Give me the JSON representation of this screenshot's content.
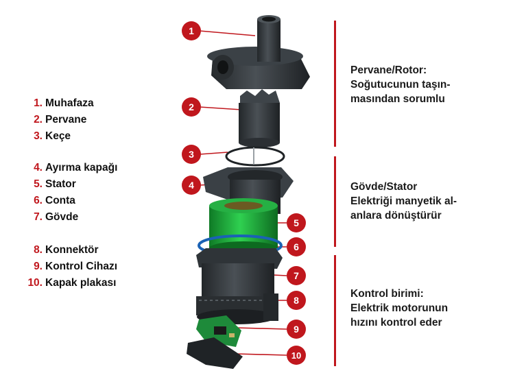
{
  "colors": {
    "accent_red": "#c0171d",
    "stator_green": "#1fa63a",
    "seal_blue": "#1a62b5",
    "housing_dark": "#34393d"
  },
  "callouts": [
    "1",
    "2",
    "3",
    "4",
    "5",
    "6",
    "7",
    "8",
    "9",
    "10"
  ],
  "legend": {
    "group1": [
      {
        "num": "1.",
        "label": "Muhafaza"
      },
      {
        "num": "2.",
        "label": "Pervane"
      },
      {
        "num": "3.",
        "label": "Keçe"
      }
    ],
    "group2": [
      {
        "num": "4.",
        "label": "Ayırma kapağı"
      },
      {
        "num": "5.",
        "label": "Stator"
      },
      {
        "num": "6.",
        "label": "Conta"
      },
      {
        "num": "7.",
        "label": "Gövde"
      }
    ],
    "group3": [
      {
        "num": "8.",
        "label": "Konnektör"
      },
      {
        "num": "9.",
        "label": "Kontrol Cihazı"
      },
      {
        "num": "10.",
        "label": "Kapak plakası"
      }
    ]
  },
  "descriptions": [
    {
      "lines": [
        "Pervane/Rotor:",
        "Soğutucunun taşın-",
        "masından sorumlu"
      ]
    },
    {
      "lines": [
        "Gövde/Stator",
        "Elektriği manyetik al-",
        "anlara dönüştürür"
      ]
    },
    {
      "lines": [
        "Kontrol birimi:",
        "Elektrik motorunun",
        "hızını kontrol eder"
      ]
    }
  ]
}
